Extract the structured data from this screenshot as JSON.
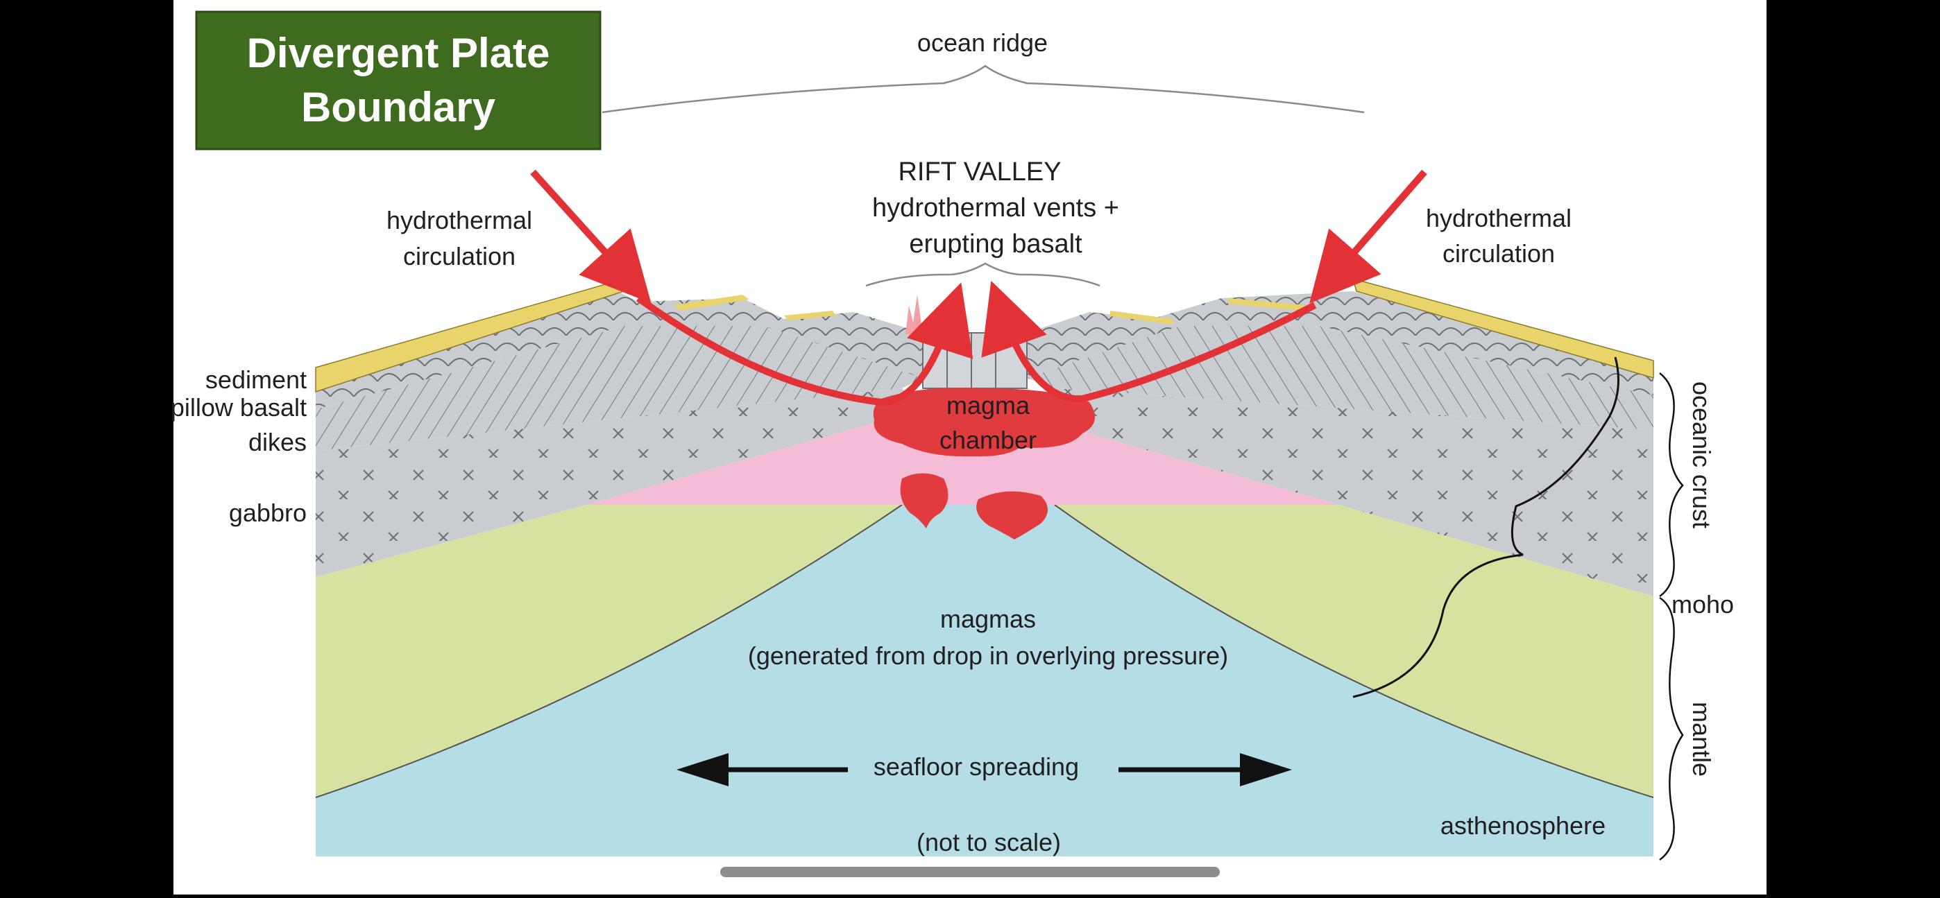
{
  "title": {
    "line1": "Divergent Plate",
    "line2": "Boundary"
  },
  "labels": {
    "ocean_ridge": "ocean ridge",
    "rift_valley": "RIFT VALLEY",
    "rift_line2": "hydrothermal vents +",
    "rift_line3": "erupting basalt",
    "hydro_left_1": "hydrothermal",
    "hydro_left_2": "circulation",
    "hydro_right_1": "hydrothermal",
    "hydro_right_2": "circulation",
    "sediment": "sediment",
    "pillow_basalt": "pillow basalt",
    "dikes": "dikes",
    "gabbro": "gabbro",
    "magma_chamber_1": "magma",
    "magma_chamber_2": "chamber",
    "magmas": "magmas",
    "magmas_note": "(generated from drop in overlying pressure)",
    "seafloor_spreading": "seafloor spreading",
    "not_to_scale": "(not to scale)",
    "asthenosphere": "asthenosphere",
    "oceanic_crust": "oceanic crust",
    "moho": "moho",
    "mantle": "mantle"
  },
  "colors": {
    "title_bg": "#3f6b1e",
    "sediment": "#e9d36b",
    "crust": "#c9ccd1",
    "magma_zone": "#f4bcd6",
    "magma": "#e13a3f",
    "lithospheric_mantle": "#d5e2a0",
    "asthenosphere": "#b4dde6",
    "arrow": "#e33236"
  }
}
